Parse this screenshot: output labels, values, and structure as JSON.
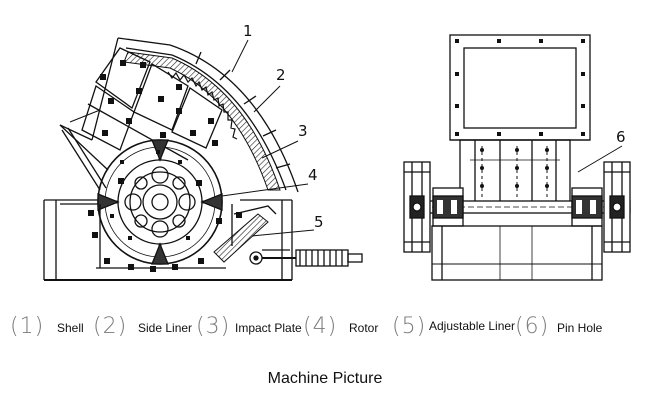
{
  "callouts": [
    "1",
    "2",
    "3",
    "4",
    "5",
    "6"
  ],
  "legend": [
    {
      "num": "(1)",
      "label": "Shell"
    },
    {
      "num": "(2)",
      "label": "Side Liner"
    },
    {
      "num": "(3)",
      "label": "Impact Plate"
    },
    {
      "num": "(4)",
      "label": "Rotor"
    },
    {
      "num": "(5)",
      "label": "Adjustable Liner"
    },
    {
      "num": "(6)",
      "label": "Pin Hole"
    }
  ],
  "caption": "Machine Picture"
}
